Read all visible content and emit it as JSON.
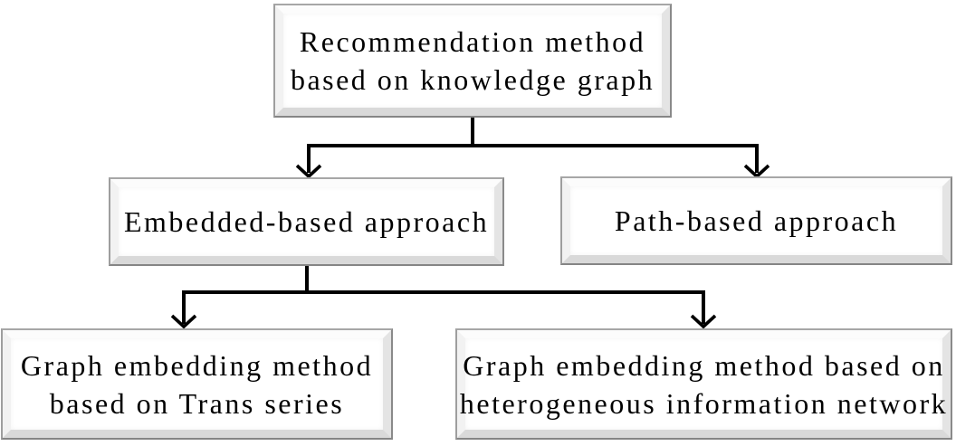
{
  "diagram": {
    "type": "flowchart-hierarchy",
    "background_color": "#ffffff",
    "connector_color": "#000000",
    "box": {
      "fill": "#ffffff",
      "border_color": "#8a8a8a",
      "bevel_highlight": "#fcfcfc",
      "bevel_shadow": "#d9d9d9",
      "text_color": "#000000"
    },
    "nodes": {
      "root": {
        "lines": [
          "Recommendation method",
          "based on knowledge graph"
        ],
        "label": "Recommendation method based on knowledge graph"
      },
      "embedded": {
        "lines": [
          "Embedded-based approach"
        ],
        "label": "Embedded-based approach"
      },
      "path": {
        "lines": [
          "Path-based approach"
        ],
        "label": "Path-based approach"
      },
      "trans": {
        "lines": [
          "Graph embedding method",
          "based on Trans series"
        ],
        "label": "Graph embedding method based on Trans series"
      },
      "hin": {
        "lines": [
          "Graph embedding method based on",
          "heterogeneous information network"
        ],
        "label": "Graph embedding method based on heterogeneous information network"
      }
    },
    "edges": [
      {
        "from": "root",
        "to": "embedded",
        "arrow": "open-chevron-down"
      },
      {
        "from": "root",
        "to": "path",
        "arrow": "open-chevron-down"
      },
      {
        "from": "embedded",
        "to": "trans",
        "arrow": "open-chevron-down"
      },
      {
        "from": "embedded",
        "to": "hin",
        "arrow": "open-chevron-down"
      }
    ]
  }
}
